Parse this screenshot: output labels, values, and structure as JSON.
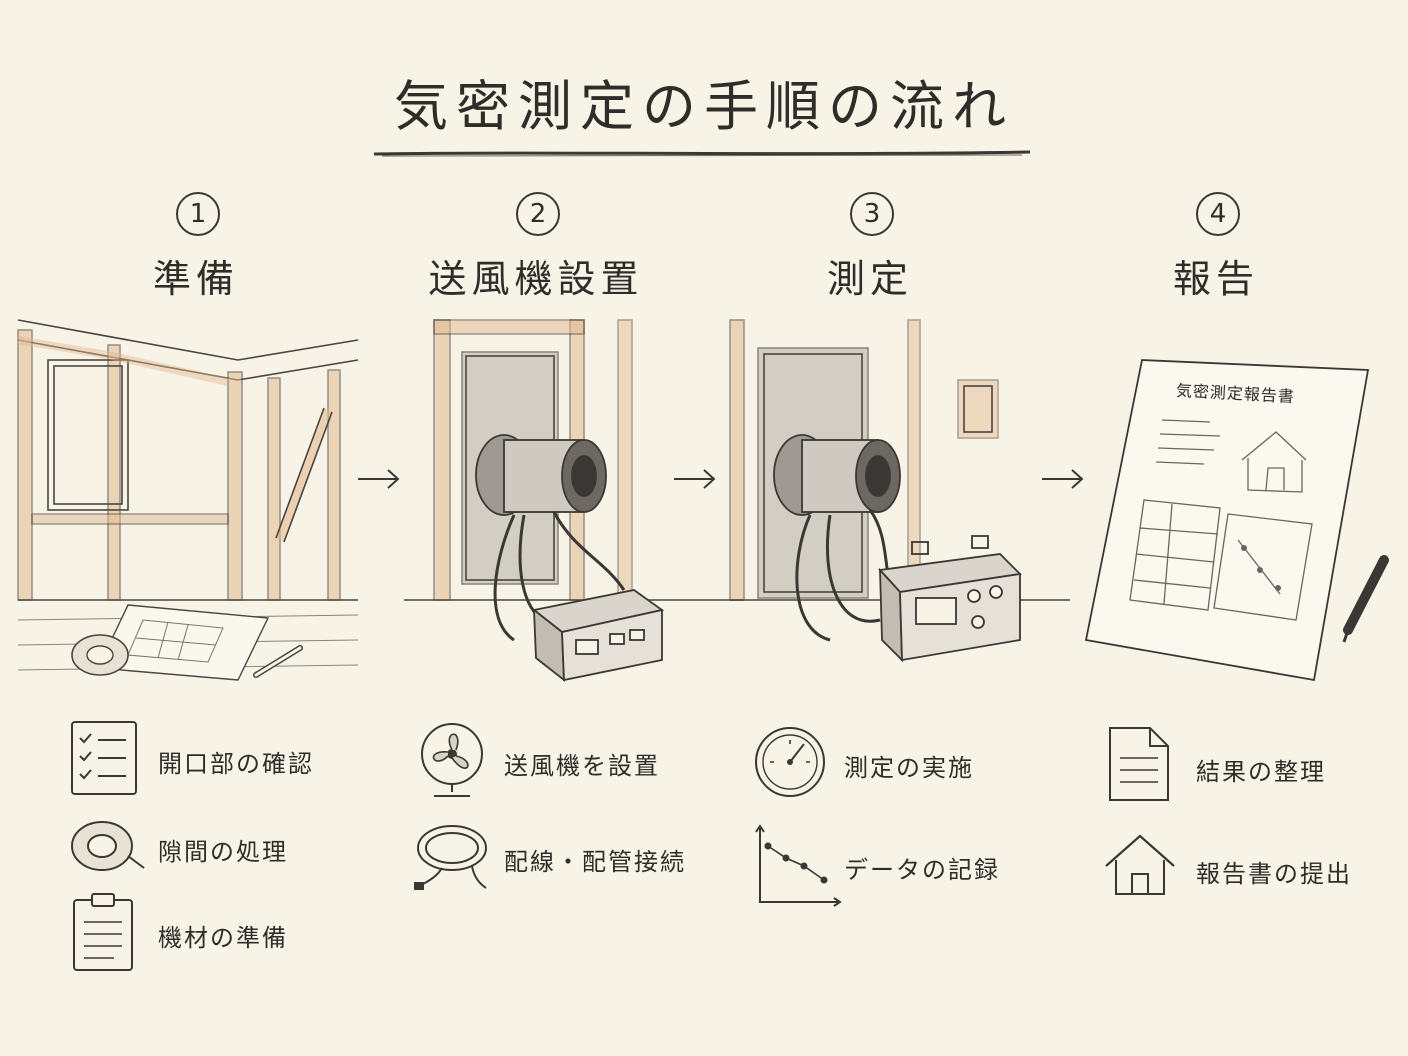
{
  "title": "気密測定の手順の流れ",
  "steps": [
    {
      "number": "1",
      "title": "準備",
      "items": [
        "開口部の確認",
        "隙間の処理",
        "機材の準備"
      ]
    },
    {
      "number": "2",
      "title": "送風機設置",
      "items": [
        "送風機を設置",
        "配線・配管接続"
      ]
    },
    {
      "number": "3",
      "title": "測定",
      "items": [
        "測定の実施",
        "データの記録"
      ]
    },
    {
      "number": "4",
      "title": "報告",
      "items": [
        "結果の整理",
        "報告書の提出"
      ],
      "document_title": "気密測定報告書"
    }
  ],
  "colors": {
    "paper": "#f7f3e7",
    "ink": "#3a3834",
    "wood": "#e2b98e"
  }
}
